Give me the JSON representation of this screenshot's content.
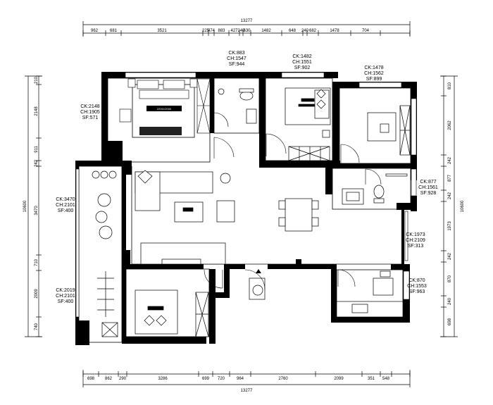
{
  "dimensions": {
    "overall_top": "13277",
    "overall_bottom": "13277",
    "top_segments": [
      "962",
      "681",
      "3521",
      "225",
      "474",
      "883",
      "427",
      "240",
      "630",
      "1482",
      "648",
      "240",
      "682",
      "1478",
      "704"
    ],
    "bottom_segments": [
      "698",
      "862",
      "290",
      "3286",
      "699",
      "720",
      "964",
      "2760",
      "2099",
      "351",
      "548"
    ],
    "left_segments": [
      "210",
      "2148",
      "911",
      "242",
      "3470",
      "710",
      "2009",
      "740"
    ],
    "left_total": "10600",
    "right_segments": [
      "810",
      "2062",
      "242",
      "877",
      "242",
      "1973",
      "242",
      "870",
      "240",
      "698"
    ],
    "right_total": "10600"
  },
  "rooms": [
    {
      "ck": "CK:2148",
      "ch": "CH:1905",
      "sf": "SF:571"
    },
    {
      "ck": "CK:883",
      "ch": "CH:1547",
      "sf": "SF:944"
    },
    {
      "ck": "CK:1482",
      "ch": "CH:1551",
      "sf": "SF:902"
    },
    {
      "ck": "CK:1478",
      "ch": "CH:1562",
      "sf": "SF:899"
    },
    {
      "ck": "CK:877",
      "ch": "CH:1561",
      "sf": "SF:928"
    },
    {
      "ck": "CK:3470",
      "ch": "CH:2101",
      "sf": "SF:400"
    },
    {
      "ck": "CK:1973",
      "ch": "CH:2109",
      "sf": "SF:313"
    },
    {
      "ck": "CK:2019",
      "ch": "CH:2101",
      "sf": "SF:400"
    },
    {
      "ck": "CK:870",
      "ch": "CH:1553",
      "sf": "SF:963"
    }
  ],
  "bed_label": "2200×2000"
}
